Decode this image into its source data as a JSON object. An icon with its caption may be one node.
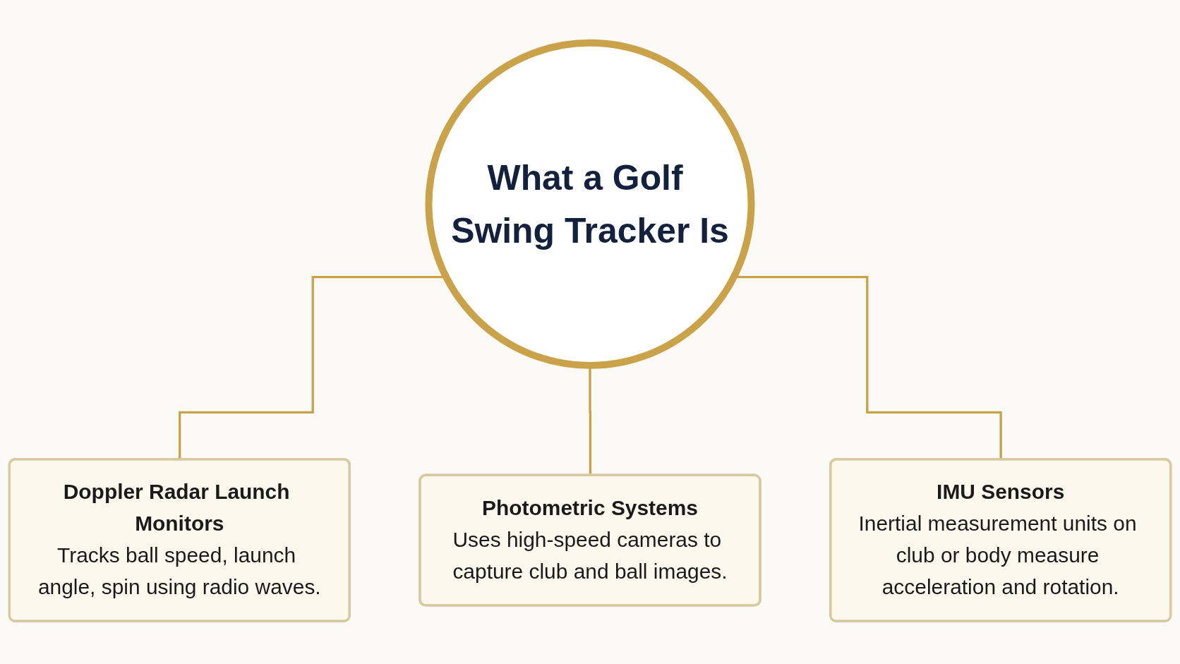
{
  "diagram": {
    "nodes": [
      {
        "text": [
          "What a Golf Swing Tracker Is"
        ]
      },
      {
        "text": [
          "Doppler Radar Launch Monitors",
          "Tracks ball speed, launch angle, spin using radio waves."
        ]
      },
      {
        "text": [
          "Photometric Systems",
          "Uses high-speed cameras to capture club and ball images."
        ]
      },
      {
        "text": [
          "IMU Sensors",
          "Inertial measurement units on club or body measure acceleration and rotation."
        ]
      }
    ],
    "edges": [
      {
        "from": 0,
        "to": 1,
        "arrow": "none"
      },
      {
        "from": 0,
        "to": 2,
        "arrow": "none"
      },
      {
        "from": 0,
        "to": 3,
        "arrow": "none"
      }
    ]
  }
}
